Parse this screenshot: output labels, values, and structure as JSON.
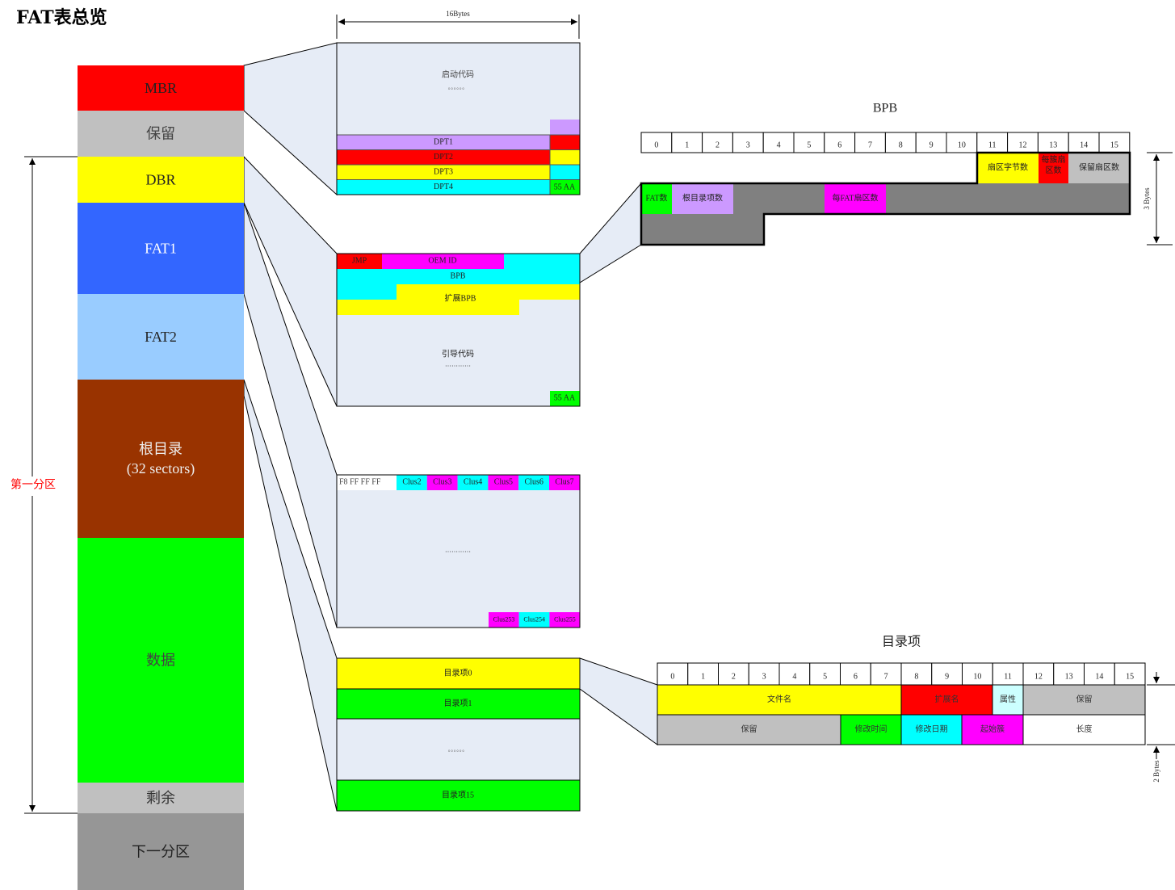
{
  "title": "FAT表总览",
  "partition_label": "第一分区",
  "left_column": [
    {
      "label": "MBR",
      "color": "#ff0000",
      "text_color": "#222222"
    },
    {
      "label": "保留",
      "color": "#c0c0c0",
      "text_color": "#444444"
    },
    {
      "label": "DBR",
      "color": "#ffff00",
      "text_color": "#222222"
    },
    {
      "label": "FAT1",
      "color": "#3366ff",
      "text_color": "#ffffff"
    },
    {
      "label": "FAT2",
      "color": "#99ccff",
      "text_color": "#222222"
    },
    {
      "label": "根目录",
      "sub": "(32 sectors)",
      "color": "#993300",
      "text_color": "#eeeeee"
    },
    {
      "label": "数据",
      "color": "#00ff00",
      "text_color": "#444444"
    },
    {
      "label": "剩余",
      "color": "#c0c0c0",
      "text_color": "#333333"
    },
    {
      "label": "下一分区",
      "color": "#969696",
      "text_color": "#222222"
    }
  ],
  "mbr_detail": {
    "width_label": "16Bytes",
    "boot_code": "启动代码",
    "dots": "。。。。。。",
    "dpt": [
      "DPT1",
      "DPT2",
      "DPT3",
      "DPT4"
    ],
    "signature": "55 AA"
  },
  "dbr_detail": {
    "jmp": "JMP",
    "oem": "OEM ID",
    "bpb": "BPB",
    "ext_bpb": "扩展BPB",
    "boot_code": "引导代码",
    "dots": "…………",
    "signature": "55 AA"
  },
  "fat_detail": {
    "media": "F8   FF  FF  FF",
    "clusters": [
      "Clus2",
      "Clus3",
      "Clus4",
      "Clus5",
      "Clus6",
      "Clus7"
    ],
    "dots": "…………",
    "tail": [
      "Clus253",
      "Clus254",
      "Clus255"
    ]
  },
  "dir_detail": {
    "entries": [
      "目录项0",
      "目录项1",
      "。。。。。。",
      "目录项15"
    ]
  },
  "bpb": {
    "title": "BPB",
    "offsets": [
      "0",
      "1",
      "2",
      "3",
      "4",
      "5",
      "6",
      "7",
      "8",
      "9",
      "10",
      "11",
      "12",
      "13",
      "14",
      "15"
    ],
    "fields": [
      {
        "label": "扇区字节数",
        "color": "#ffff00"
      },
      {
        "label": "每簇扇区数",
        "color": "#ff0000"
      },
      {
        "label": "保留扇区数",
        "color": "#c0c0c0"
      },
      {
        "label": "FAT数",
        "color": "#00ff00"
      },
      {
        "label": "根目录项数",
        "color": "#cc99ff"
      },
      {
        "label": "每FAT扇区数",
        "color": "#ff00ff"
      }
    ],
    "dim_label": "3 Bytes"
  },
  "dir_entry": {
    "title": "目录项",
    "offsets": [
      "0",
      "1",
      "2",
      "3",
      "4",
      "5",
      "6",
      "7",
      "8",
      "9",
      "10",
      "11",
      "12",
      "13",
      "14",
      "15"
    ],
    "fields": [
      {
        "label": "文件名",
        "color": "#ffff00"
      },
      {
        "label": "扩展名",
        "color": "#ff0000"
      },
      {
        "label": "属性",
        "color": "#ccffff"
      },
      {
        "label": "保留",
        "color": "#c0c0c0"
      },
      {
        "label": "保留",
        "color": "#c0c0c0"
      },
      {
        "label": "修改时间",
        "color": "#00ff00"
      },
      {
        "label": "修改日期",
        "color": "#00ffff"
      },
      {
        "label": "起始簇",
        "color": "#ff00ff"
      },
      {
        "label": "长度",
        "color": "#ffffff"
      }
    ],
    "dim_label": "2 Bytes"
  }
}
